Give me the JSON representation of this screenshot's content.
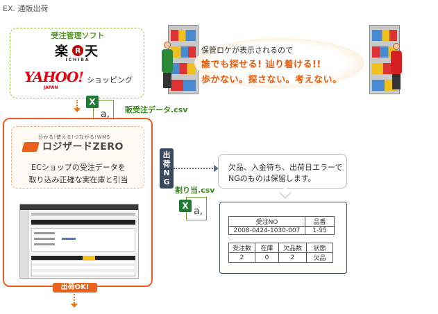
{
  "page_label": "EX. 通販出荷",
  "order_software": {
    "title": "受注管理ソフト",
    "rakuten_logo": "楽天",
    "rakuten_sub": "ICHIBA",
    "yahoo_logo": "YAHOO!",
    "yahoo_sub": "JAPAN",
    "yahoo_shopping": "ショッピング"
  },
  "csv_top": {
    "label": "販受注データ.csv",
    "icon_letter": "a,"
  },
  "speech": {
    "line1": "保管ロケが表示されるので",
    "line2": "誰でも探せる! 辿り着ける!!",
    "line3": "歩かない。探さない。考えない。"
  },
  "wms": {
    "tagline": "分かる!使える!つながる!WMS",
    "logo": "ロジザードZERO",
    "desc_line1": "ECショップの受注データを",
    "desc_line2": "取り込み正確な実在庫と引当"
  },
  "ok_badge": "出荷OK!",
  "ng_badge": [
    "出",
    "荷",
    "N",
    "G"
  ],
  "csv_alloc": {
    "label": "割り当.csv",
    "icon_letter": "a,"
  },
  "ng_note": {
    "line1": "欠品、入金待ち、出荷日エラーで",
    "line2": "NGのものは保留します。"
  },
  "table1": {
    "headers": [
      "受注NO",
      "品番"
    ],
    "row": [
      "2008-0424-1030-007",
      "1-55"
    ]
  },
  "table2": {
    "headers": [
      "受注数",
      "在庫",
      "欠品数",
      "状態"
    ],
    "row": [
      "2",
      "0",
      "2",
      "欠品"
    ]
  },
  "colors": {
    "accent_orange": "#e8611a",
    "green": "#4e9a1b",
    "navy": "#3a4a5e",
    "red": "#e60012"
  },
  "icons": [
    "excel-icon",
    "arrow-down-icon",
    "worker-icon",
    "shelf-icon"
  ]
}
